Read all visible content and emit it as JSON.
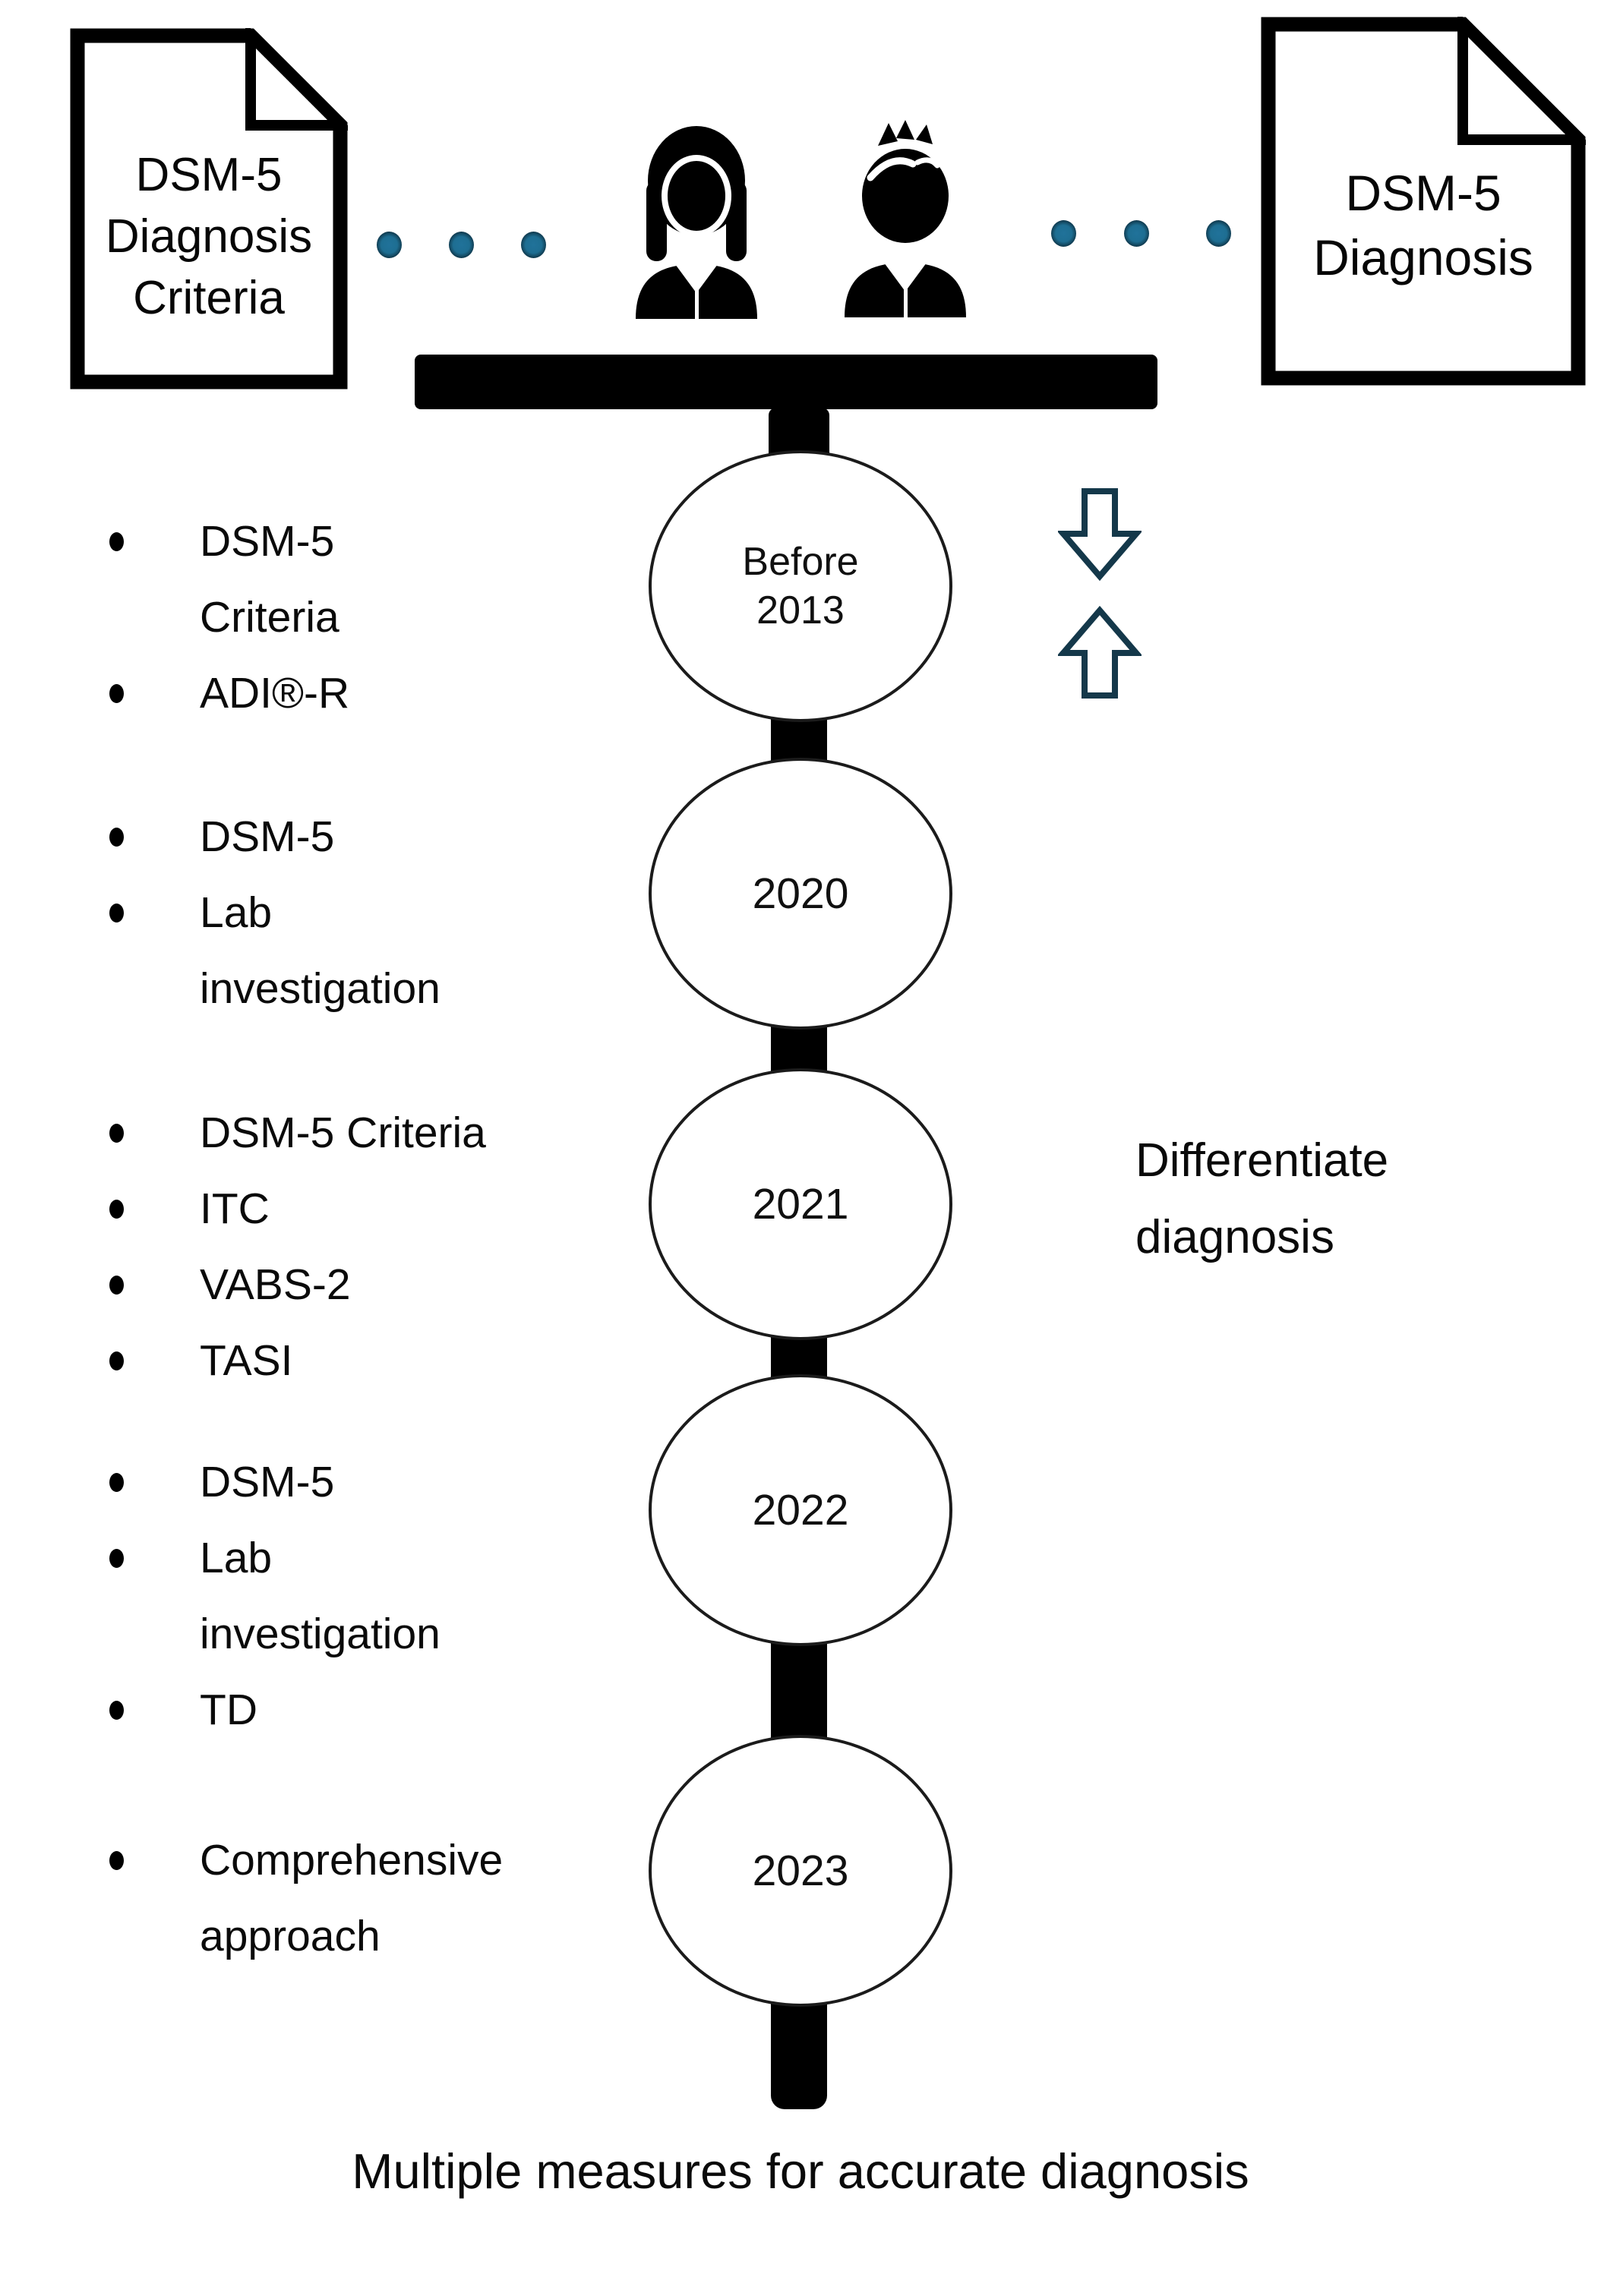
{
  "figure": {
    "description": "Timeline diagram of DSM-5 diagnosis measures by year"
  },
  "documents": {
    "left": {
      "line1": "DSM-5",
      "line2": "Diagnosis",
      "line3": "Criteria"
    },
    "right": {
      "line1": "DSM-5",
      "line2": "Diagnosis"
    }
  },
  "timeline": {
    "nodes": [
      {
        "label": "Before 2013"
      },
      {
        "label": "2020"
      },
      {
        "label": "2021"
      },
      {
        "label": "2022"
      },
      {
        "label": "2023"
      }
    ]
  },
  "bullets": {
    "groups": [
      {
        "period": "Before 2013",
        "lines": [
          {
            "bullet": true,
            "text": "DSM-5"
          },
          {
            "bullet": false,
            "text": "Criteria"
          },
          {
            "bullet": true,
            "text": "ADI®-R"
          }
        ]
      },
      {
        "period": "2020",
        "lines": [
          {
            "bullet": true,
            "text": "DSM-5"
          },
          {
            "bullet": true,
            "text": "Lab"
          },
          {
            "bullet": false,
            "text": "investigation"
          }
        ]
      },
      {
        "period": "2021",
        "lines": [
          {
            "bullet": true,
            "text": "DSM-5 Criteria"
          },
          {
            "bullet": true,
            "text": "ITC"
          },
          {
            "bullet": true,
            "text": "VABS-2"
          },
          {
            "bullet": true,
            "text": "TASI"
          }
        ]
      },
      {
        "period": "2022",
        "lines": [
          {
            "bullet": true,
            "text": "DSM-5"
          },
          {
            "bullet": true,
            "text": "Lab"
          },
          {
            "bullet": false,
            "text": "investigation"
          },
          {
            "bullet": true,
            "text": "TD"
          }
        ]
      },
      {
        "period": "2023",
        "lines": [
          {
            "bullet": true,
            "text": "Comprehensive"
          },
          {
            "bullet": false,
            "text": "approach"
          }
        ]
      }
    ]
  },
  "annotations": {
    "differentiate_line1": "Differentiate",
    "differentiate_line2": "diagnosis",
    "caption": "Multiple measures for accurate diagnosis"
  },
  "icons": {
    "left_document": "document-icon",
    "right_document": "document-icon",
    "left_person": "woman-user-icon",
    "right_person": "boy-user-icon",
    "down_arrow": "down-arrow-icon",
    "up_arrow": "up-arrow-icon"
  },
  "colors": {
    "ink": "#000000",
    "dot_teal": "#1e6e92",
    "dot_ring": "#0c2c3c",
    "arrow_outline": "#14384a"
  }
}
